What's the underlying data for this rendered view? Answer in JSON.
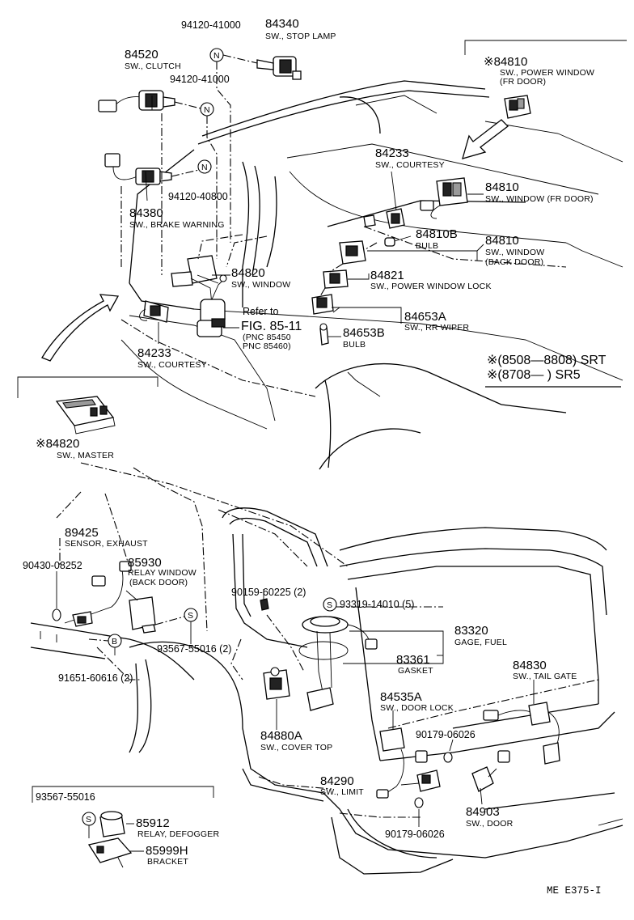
{
  "parts": {
    "p_94120_41000_a": {
      "pn": "94120-41000"
    },
    "p_84340": {
      "pn": "84340",
      "desc": "SW., STOP LAMP"
    },
    "p_84520": {
      "pn": "84520",
      "desc": "SW., CLUTCH"
    },
    "p_94120_41000_b": {
      "pn": "94120-41000"
    },
    "p_94120_40800": {
      "pn": "94120-40800"
    },
    "p_84380": {
      "pn": "84380",
      "desc": "SW., BRAKE WARNING"
    },
    "p_84820": {
      "pn": "84820",
      "desc": "SW., WINDOW"
    },
    "p_84233_a": {
      "pn": "84233",
      "desc": "SW., COURTESY"
    },
    "p_84233_b": {
      "pn": "84233",
      "desc": "SW., COURTESY"
    },
    "p_84810_a": {
      "pn": "※84810",
      "desc1": "SW., POWER WINDOW",
      "desc2": "(FR DOOR)"
    },
    "p_84810_b": {
      "pn": "84810",
      "desc": "SW., WINDOW (FR DOOR)"
    },
    "p_84810b": {
      "pn": "84810B",
      "desc": "BULB"
    },
    "p_84810_c": {
      "pn": "84810",
      "desc1": "SW., WINDOW",
      "desc2": "(BACK DOOR)"
    },
    "p_84821": {
      "pn": "84821",
      "desc": "SW., POWER WINDOW LOCK"
    },
    "p_84653a": {
      "pn": "84653A",
      "desc": "SW., RR WIPER"
    },
    "p_84653b": {
      "pn": "84653B",
      "desc": "BULB"
    },
    "p_84820_master": {
      "pn": "※84820",
      "desc": "SW., MASTER"
    },
    "p_89425": {
      "pn": "89425",
      "desc": "SENSOR, EXHAUST"
    },
    "p_90430": {
      "pn": "90430-08252"
    },
    "p_85930": {
      "pn": "85930",
      "desc1": "RELAY WINDOW",
      "desc2": "(BACK DOOR)"
    },
    "p_93567_a": {
      "pn": "93567-55016 (2)",
      "badge": "S"
    },
    "p_91651": {
      "pn": "91651-60616 (2)",
      "badge": "B"
    },
    "p_90159": {
      "pn": "90159-60225 (2)"
    },
    "p_93319": {
      "pn": "93319-14010 (5)",
      "badge": "S"
    },
    "p_83320": {
      "pn": "83320",
      "desc": "GAGE, FUEL"
    },
    "p_83361": {
      "pn": "83361",
      "desc": "GASKET"
    },
    "p_84830": {
      "pn": "84830",
      "desc": "SW., TAIL GATE"
    },
    "p_84535a": {
      "pn": "84535A",
      "desc": "SW., DOOR LOCK"
    },
    "p_90179_a": {
      "pn": "90179-06026"
    },
    "p_84880a": {
      "pn": "84880A",
      "desc": "SW., COVER TOP"
    },
    "p_84290": {
      "pn": "84290",
      "desc": "SW., LIMIT"
    },
    "p_84903": {
      "pn": "84903",
      "desc": "SW., DOOR"
    },
    "p_90179_b": {
      "pn": "90179-06026"
    },
    "p_93567_b": {
      "pn": "93567-55016",
      "badge": "S"
    },
    "p_85912": {
      "pn": "85912",
      "desc": "RELAY, DEFOGGER"
    },
    "p_85999h": {
      "pn": "85999H",
      "desc": "BRACKET"
    }
  },
  "badges": {
    "n": "N",
    "s": "S",
    "b": "B"
  },
  "refer": {
    "line1": "Refer to",
    "line2": "FIG. 85-11",
    "line3": "(PNC 85450",
    "line4": "PNC 85460)"
  },
  "legend": {
    "row1": "※(8508—8808) SRT",
    "row2": "※(8708—       ) SR5"
  },
  "figure_code": "ME  E375-I"
}
